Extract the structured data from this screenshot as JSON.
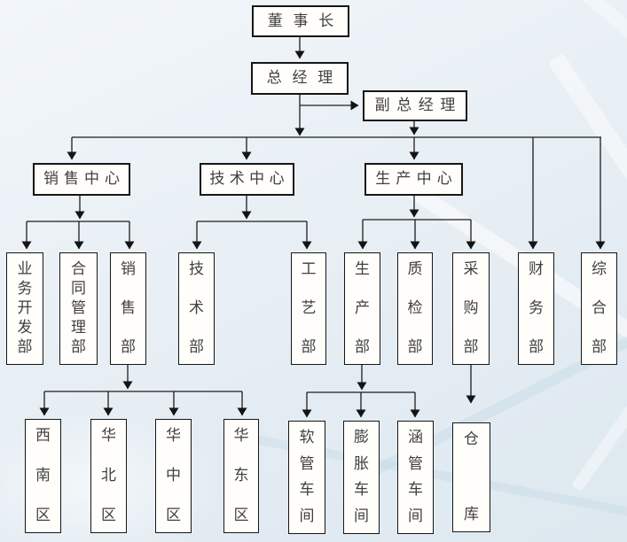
{
  "nodes": {
    "chairman": "董事长",
    "general_manager": "总经理",
    "deputy_general_manager": "副总经理",
    "sales_center": "销售中心",
    "tech_center": "技术中心",
    "production_center": "生产中心",
    "business_development_dept": "业务开发部",
    "contract_management_dept": "合同管理部",
    "sales_dept": "销售部",
    "technology_dept": "技术部",
    "process_dept": "工艺部",
    "production_dept": "生产部",
    "quality_inspection_dept": "质检部",
    "purchasing_dept": "采购部",
    "finance_dept": "财务部",
    "general_affairs_dept": "综合部",
    "southwest_region": "西南区",
    "north_china_region": "华北区",
    "central_china_region": "华中区",
    "east_china_region": "华东区",
    "hose_workshop": "软管车间",
    "expansion_workshop": "膨胀车间",
    "culvert_pipe_workshop": "涵管车间",
    "warehouse": "仓库"
  },
  "hierarchy": [
    {
      "parent": "chairman",
      "children": [
        "general_manager"
      ]
    },
    {
      "parent": "general_manager",
      "children": [
        "deputy_general_manager",
        "sales_center",
        "tech_center",
        "production_center",
        "finance_dept",
        "general_affairs_dept"
      ]
    },
    {
      "parent": "sales_center",
      "children": [
        "business_development_dept",
        "contract_management_dept",
        "sales_dept"
      ]
    },
    {
      "parent": "tech_center",
      "children": [
        "technology_dept",
        "process_dept"
      ]
    },
    {
      "parent": "production_center",
      "children": [
        "production_dept",
        "quality_inspection_dept",
        "purchasing_dept"
      ]
    },
    {
      "parent": "sales_dept",
      "children": [
        "southwest_region",
        "north_china_region",
        "central_china_region",
        "east_china_region"
      ]
    },
    {
      "parent": "production_dept",
      "children": [
        "hose_workshop",
        "expansion_workshop",
        "culvert_pipe_workshop"
      ]
    },
    {
      "parent": "purchasing_dept",
      "children": [
        "warehouse"
      ]
    }
  ],
  "colors": {
    "background": "#e8eff5",
    "box_fill": "#fffefa",
    "box_border": "#161616",
    "connector": "#1c1c1c",
    "text": "#404040"
  }
}
